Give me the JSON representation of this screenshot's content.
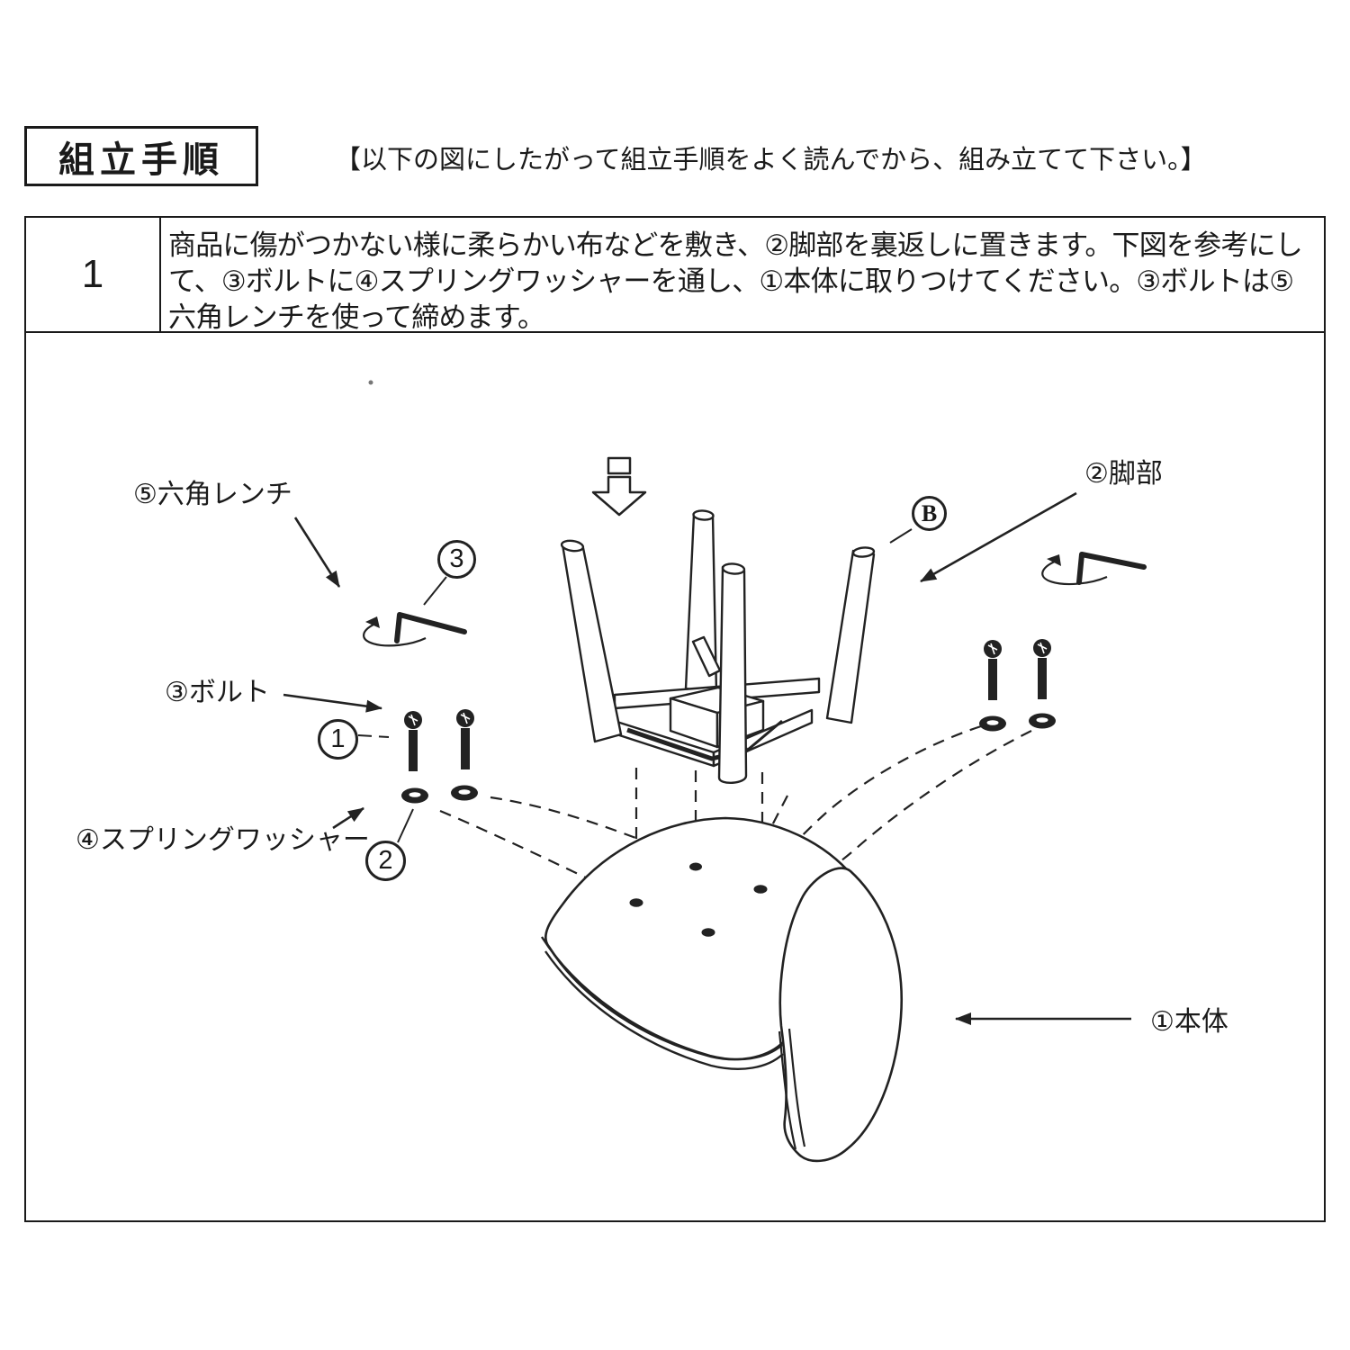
{
  "document": {
    "title_box": "組立手順",
    "instruction_note": "【以下の図にしたがって組立手順をよく読んでから、組み立てて下さい。】"
  },
  "step": {
    "number": "1",
    "lines": [
      "商品に傷がつかない様に柔らかい布などを敷き、②脚部を裏返しに置きます。下図を参考にし",
      "て、③ボルトに④スプリングワッシャーを通し、①本体に取りつけてください。③ボルトは⑤",
      "六角レンチを使って締めます。"
    ]
  },
  "diagram": {
    "labels": {
      "hex_wrench": "⑤六角レンチ",
      "bolt": "③ボルト",
      "spring_washer": "④スプリングワッシャー",
      "legs": "②脚部",
      "body": "①本体"
    },
    "markers": {
      "m3": "3",
      "m1": "1",
      "m2": "2",
      "mB": "B"
    }
  },
  "colors": {
    "ink": "#222222",
    "paper": "#ffffff"
  }
}
